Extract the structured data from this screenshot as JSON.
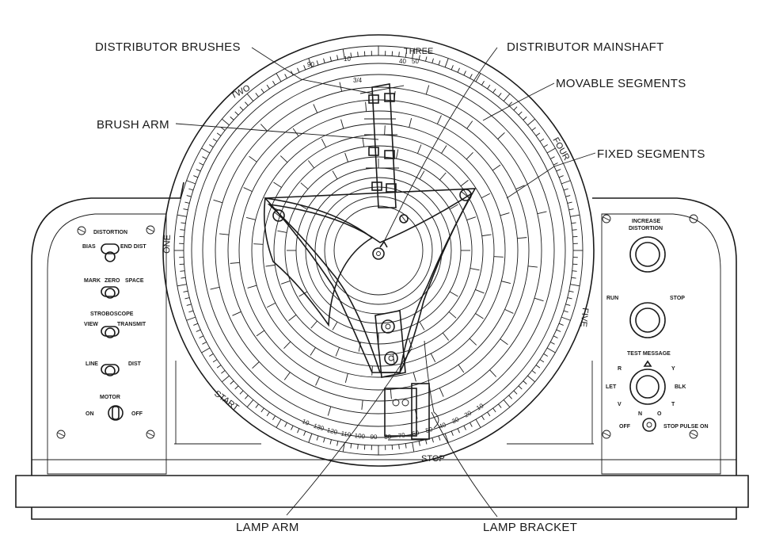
{
  "callouts": {
    "distributor_brushes": "DISTRIBUTOR BRUSHES",
    "distributor_mainshaft": "DISTRIBUTOR MAINSHAFT",
    "movable_segments": "MOVABLE SEGMENTS",
    "brush_arm": "BRUSH ARM",
    "fixed_segments": "FIXED SEGMENTS",
    "lamp_arm": "LAMP ARM",
    "lamp_bracket": "LAMP BRACKET"
  },
  "left_panel": {
    "distortion": "DISTORTION",
    "bias": "BIAS",
    "end_dist": "END DIST",
    "mark": "MARK",
    "zero": "ZERO",
    "space": "SPACE",
    "stroboscope": "STROBOSCOPE",
    "view": "VIEW",
    "transmit": "TRANSMIT",
    "line": "LINE",
    "dist": "DIST",
    "motor": "MOTOR",
    "on": "ON",
    "off": "OFF"
  },
  "right_panel": {
    "increase": "INCREASE",
    "distortion": "DISTORTION",
    "run": "RUN",
    "stop": "STOP",
    "test_message": "TEST MESSAGE",
    "r": "R",
    "y": "Y",
    "let": "LET",
    "blk": "BLK",
    "v": "V",
    "t": "T",
    "n": "N",
    "o": "O",
    "off": "OFF",
    "stop_pulse_on": "STOP PULSE ON"
  },
  "dial": {
    "one": "ONE",
    "two": "TWO",
    "three": "THREE",
    "four": "FOUR",
    "five": "FIVE",
    "start": "START",
    "stop": "STOP",
    "fraction": "3/4",
    "bottom_scale": [
      "10",
      "130",
      "120",
      "110",
      "100",
      "90",
      "80",
      "70",
      "60",
      "50",
      "40",
      "30",
      "20",
      "10"
    ],
    "top_scale": [
      "90",
      "10",
      "40",
      "50"
    ]
  }
}
